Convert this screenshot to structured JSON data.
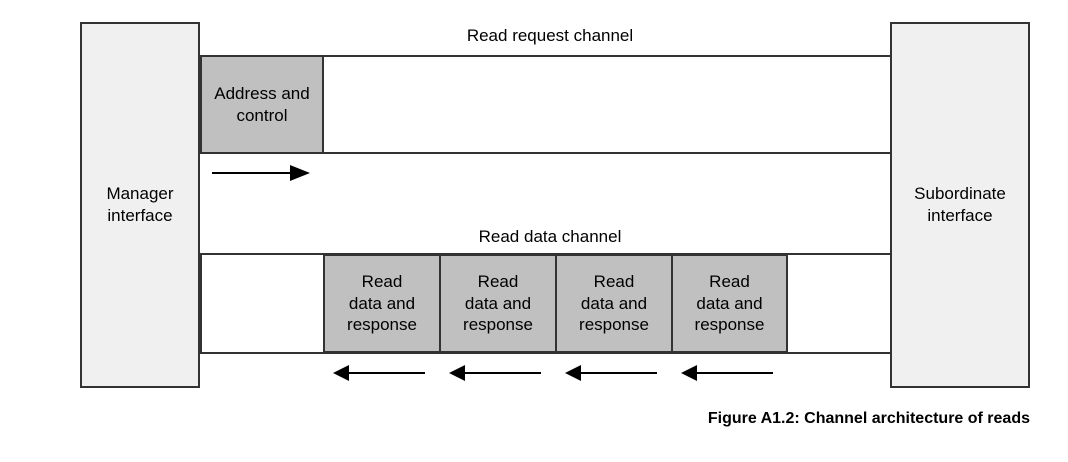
{
  "figure": {
    "caption": "Figure A1.2: Channel architecture of reads",
    "colors": {
      "endpoint_fill": "#f0f0f0",
      "cell_fill": "#c0c0c0",
      "stroke": "#333333",
      "background": "#ffffff",
      "text": "#000000"
    },
    "endpoints": {
      "left": "Manager\ninterface",
      "right": "Subordinate\ninterface"
    },
    "channels": [
      {
        "id": "read-request-channel",
        "label": "Read request channel",
        "direction": "right",
        "cells": [
          "Address and\ncontrol"
        ],
        "arrows": 1
      },
      {
        "id": "read-data-channel",
        "label": "Read data channel",
        "direction": "left",
        "cells": [
          "Read\ndata and\nresponse",
          "Read\ndata and\nresponse",
          "Read\ndata and\nresponse",
          "Read\ndata and\nresponse"
        ],
        "arrows": 4
      }
    ]
  }
}
